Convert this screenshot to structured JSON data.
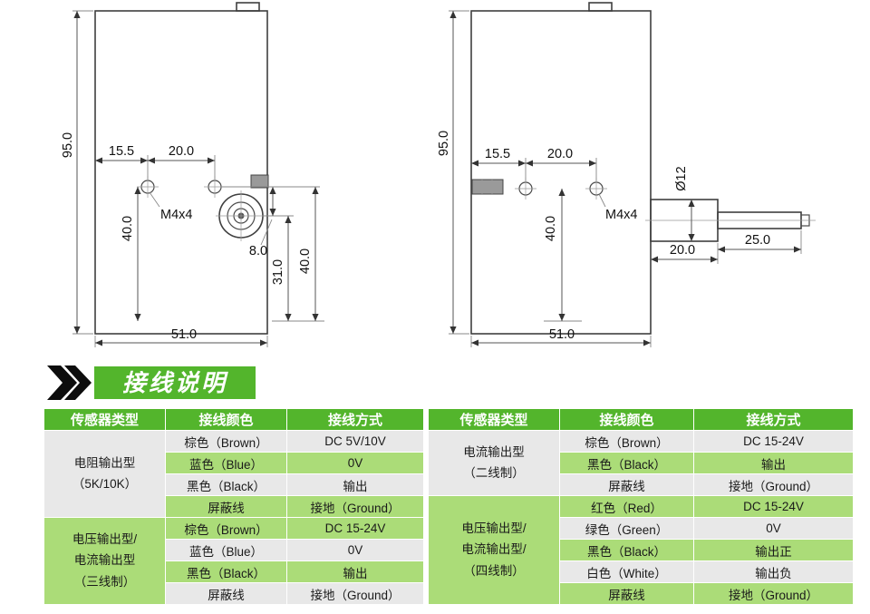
{
  "colors": {
    "header_green": "#53b52c",
    "banner_green": "#53b52c",
    "row_green": "#abdc78",
    "row_gray": "#e8e8e8"
  },
  "section": {
    "title": "接线说明"
  },
  "drawings": {
    "left_view": {
      "height": "95.0",
      "hole_offset": "15.5",
      "hole_spacing": "20.0",
      "left_vert": "40.0",
      "thread": "M4x4",
      "shaft_offset": "8.0",
      "shaft_to_base": "31.0",
      "hole_to_base": "40.0",
      "width": "51.0"
    },
    "right_view": {
      "height": "95.0",
      "hole_offset": "15.5",
      "hole_spacing": "20.0",
      "vert": "40.0",
      "thread": "M4x4",
      "shaft_dia": "Ø12",
      "flange_len": "20.0",
      "shaft_len": "25.0",
      "width": "51.0"
    }
  },
  "tables": {
    "left": {
      "headers": [
        "传感器类型",
        "接线颜色",
        "接线方式"
      ],
      "groups": [
        {
          "type_lines": [
            "电阻输出型",
            "（5K/10K）"
          ],
          "rows": [
            {
              "color": "棕色（Brown）",
              "method": "DC 5V/10V"
            },
            {
              "color": "蓝色（Blue）",
              "method": "0V"
            },
            {
              "color": "黑色（Black）",
              "method": "输出"
            },
            {
              "color": "屏蔽线",
              "method": "接地（Ground）"
            }
          ]
        },
        {
          "type_lines": [
            "电压输出型/",
            "电流输出型",
            "（三线制）"
          ],
          "rows": [
            {
              "color": "棕色（Brown）",
              "method": "DC 15-24V"
            },
            {
              "color": "蓝色（Blue）",
              "method": "0V"
            },
            {
              "color": "黑色（Black）",
              "method": "输出"
            },
            {
              "color": "屏蔽线",
              "method": "接地（Ground）"
            }
          ]
        }
      ]
    },
    "right": {
      "headers": [
        "传感器类型",
        "接线颜色",
        "接线方式"
      ],
      "groups": [
        {
          "type_lines": [
            "电流输出型",
            "（二线制）"
          ],
          "rows": [
            {
              "color": "棕色（Brown）",
              "method": "DC 15-24V"
            },
            {
              "color": "黑色（Black）",
              "method": "输出"
            },
            {
              "color": "屏蔽线",
              "method": "接地（Ground）"
            }
          ]
        },
        {
          "type_lines": [
            "电压输出型/",
            "电流输出型/",
            "（四线制）"
          ],
          "rows": [
            {
              "color": "红色（Red）",
              "method": "DC 15-24V"
            },
            {
              "color": "绿色（Green）",
              "method": "0V"
            },
            {
              "color": "黑色（Black）",
              "method": "输出正"
            },
            {
              "color": "白色（White）",
              "method": "输出负"
            },
            {
              "color": "屏蔽线",
              "method": "接地（Ground）"
            }
          ]
        }
      ]
    }
  }
}
